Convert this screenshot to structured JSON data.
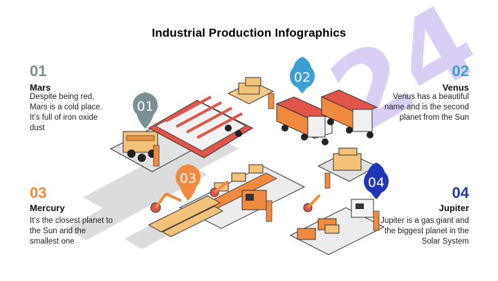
{
  "title": "Industrial Production Infographics",
  "colors": {
    "mars": "#7a8f94",
    "venus": "#3b9ed4",
    "mercury": "#f08a3e",
    "jupiter": "#2036b8",
    "orange": "#f08a3e",
    "red": "#e0554a",
    "lavender": "#d9cff5",
    "grey": "#cfcfcf"
  },
  "items": [
    {
      "num": "01",
      "name": "Mars",
      "desc": "Despite being red, Mars is a cold place. It’s full of iron oxide dust"
    },
    {
      "num": "02",
      "name": "Venus",
      "desc": "Venus has a beautiful name and is the second planet from the Sun"
    },
    {
      "num": "03",
      "name": "Mercury",
      "desc": "It’s the closest planet to the Sun and the smallest one"
    },
    {
      "num": "04",
      "name": "Jupiter",
      "desc": "Jupiter is a gas giant and the biggest planet in the Solar System"
    }
  ],
  "pins": [
    "01",
    "02",
    "03",
    "04"
  ],
  "watermarks": [
    "24"
  ]
}
